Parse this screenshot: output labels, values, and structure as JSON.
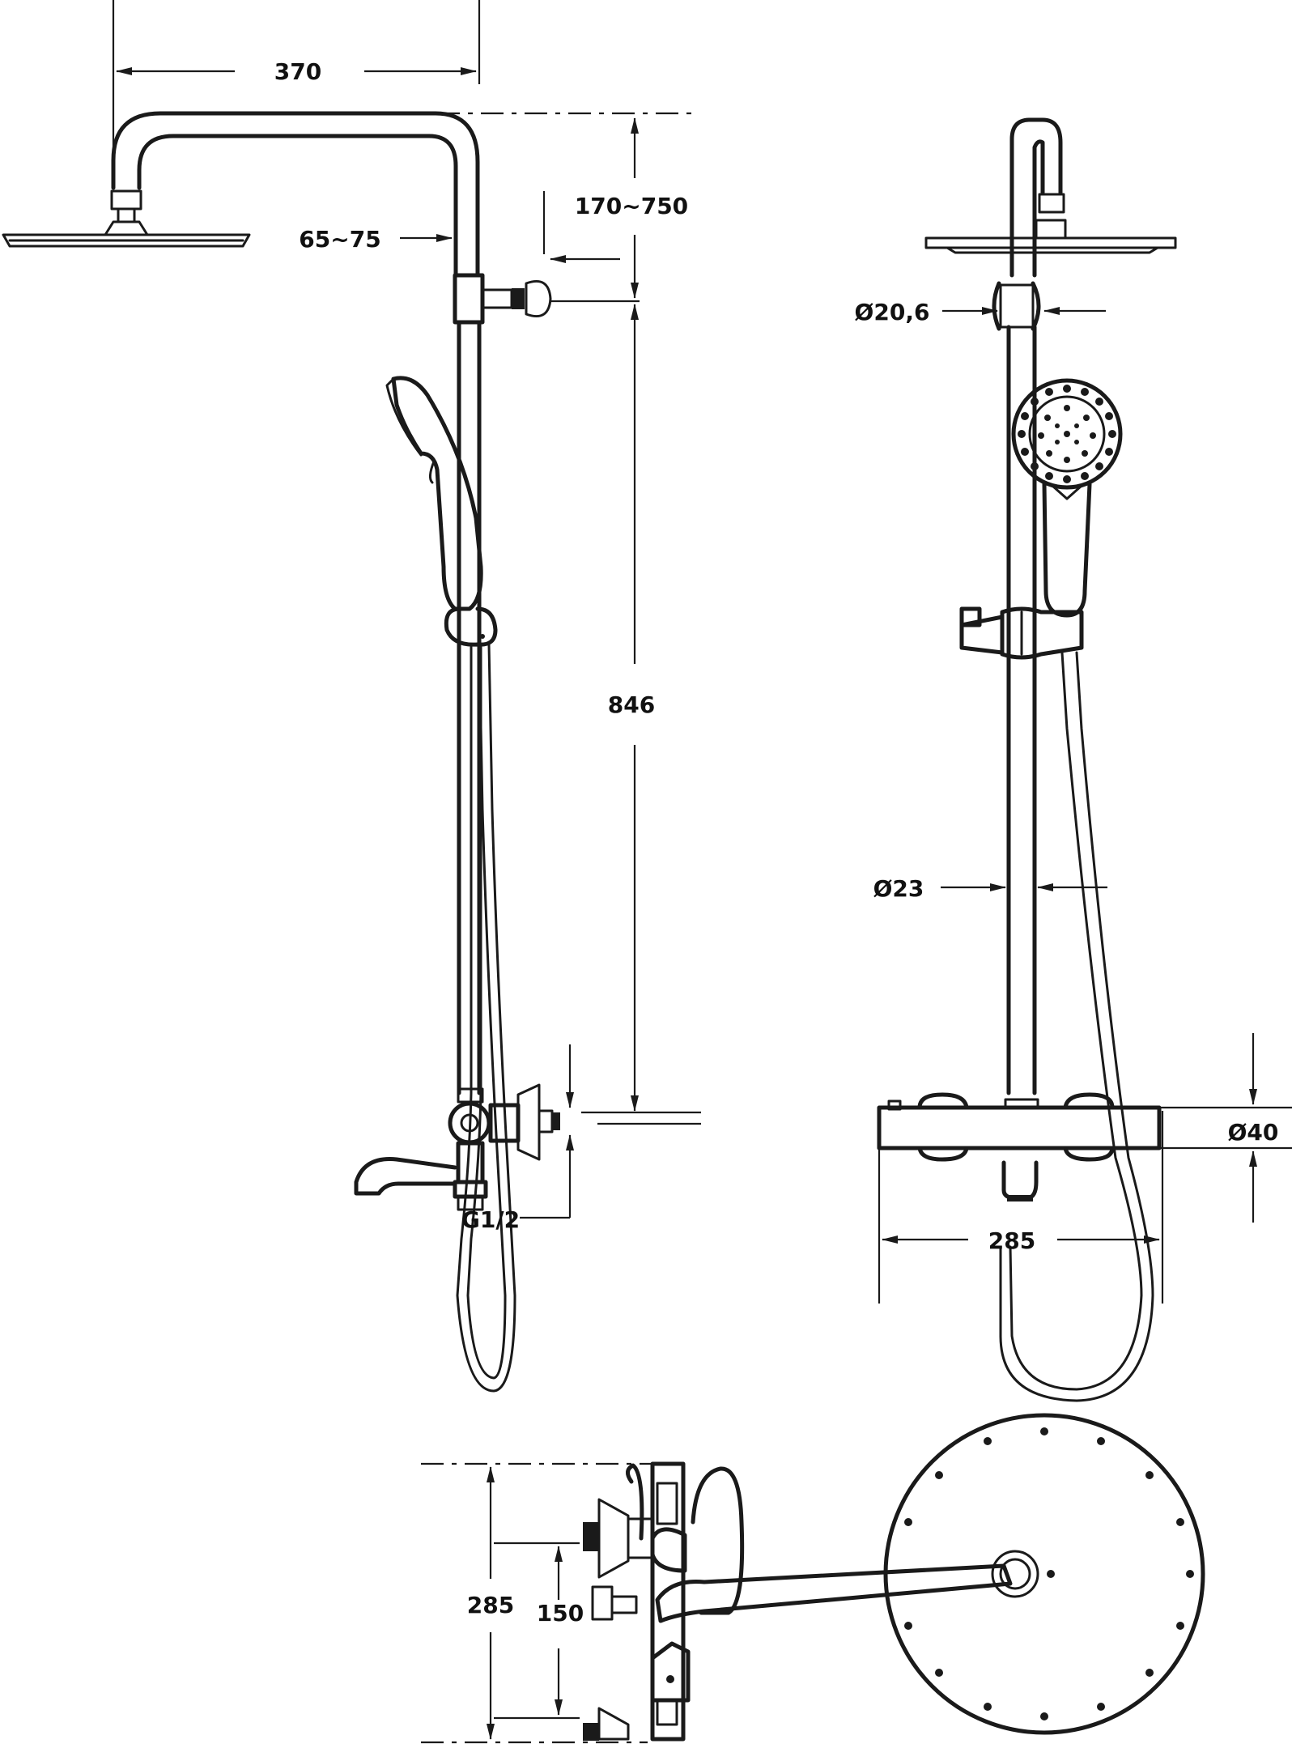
{
  "drawing": {
    "side_view": {
      "arm_width": "370",
      "arm_height_range": "170~750",
      "wall_offset": "65~75",
      "rail_length": "846",
      "inlet_thread": "G1/2"
    },
    "front_view": {
      "holder_diameter": "Ø20,6",
      "rail_diameter": "Ø23",
      "mixer_diameter": "Ø40",
      "mixer_width": "285"
    },
    "top_view": {
      "body_length": "285",
      "inlet_spacing": "150"
    }
  },
  "colors": {
    "line": "#1a1a1a",
    "background": "#ffffff"
  }
}
